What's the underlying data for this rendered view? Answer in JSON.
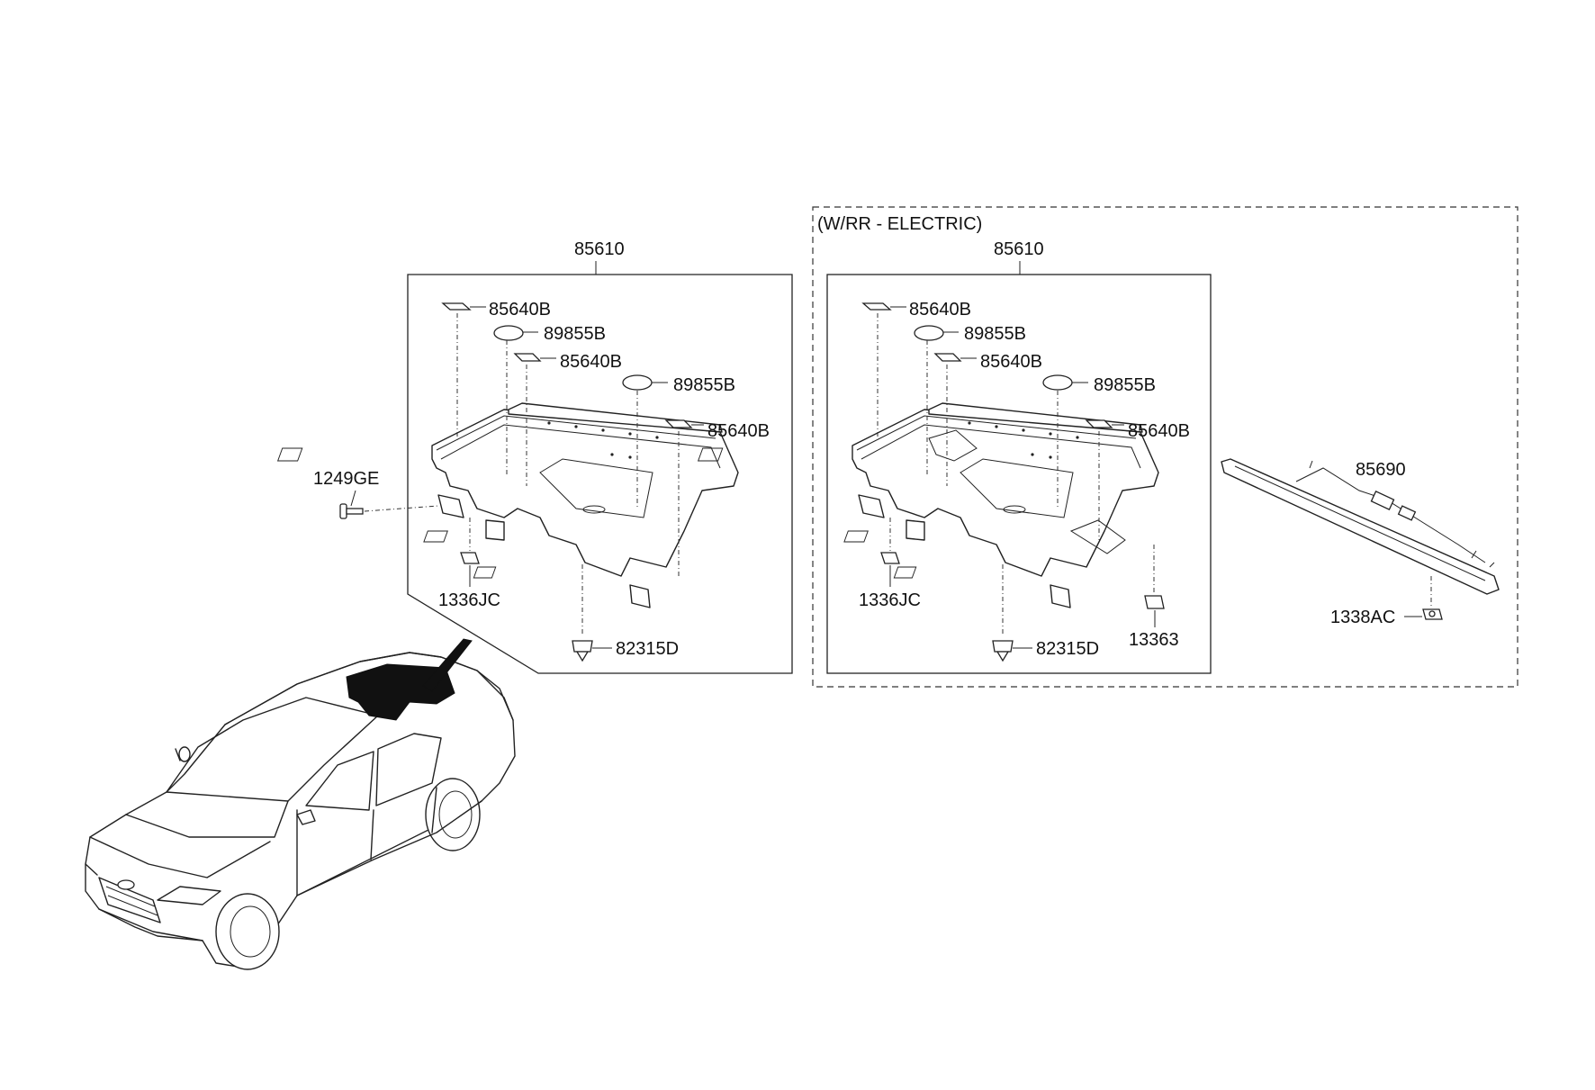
{
  "group_label": "(W/RR - ELECTRIC)",
  "left": {
    "assembly": "85610",
    "parts": [
      "85640B",
      "89855B",
      "85640B",
      "89855B",
      "85640B"
    ],
    "screw": "1249GE",
    "clip": "1336JC",
    "fastener": "82315D"
  },
  "right": {
    "assembly": "85610",
    "parts": [
      "85640B",
      "89855B",
      "85640B",
      "89855B",
      "85640B"
    ],
    "clip": "1336JC",
    "fastener": "82315D",
    "clip2": "13363"
  },
  "motor": {
    "label": "85690",
    "nut": "1338AC"
  }
}
